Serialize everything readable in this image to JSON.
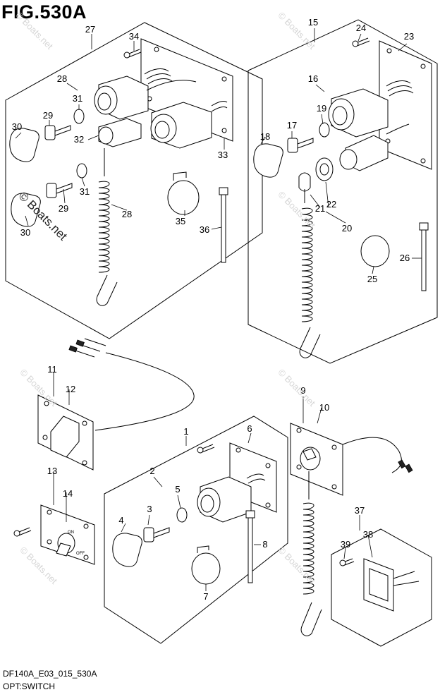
{
  "figure": {
    "title": "FIG.530A",
    "code": "DF140A_E03_015_530A",
    "name": "OPT:SWITCH",
    "watermark": "© Boats.net"
  },
  "switch_labels": {
    "on": "ON",
    "off": "OFF"
  },
  "callouts": [
    "1",
    "2",
    "3",
    "4",
    "5",
    "6",
    "7",
    "8",
    "9",
    "10",
    "11",
    "12",
    "13",
    "14",
    "15",
    "16",
    "17",
    "18",
    "19",
    "20",
    "21",
    "22",
    "23",
    "24",
    "25",
    "26",
    "27",
    "28",
    "29",
    "30",
    "31",
    "32",
    "33",
    "34",
    "35",
    "36",
    "37",
    "38",
    "39"
  ]
}
